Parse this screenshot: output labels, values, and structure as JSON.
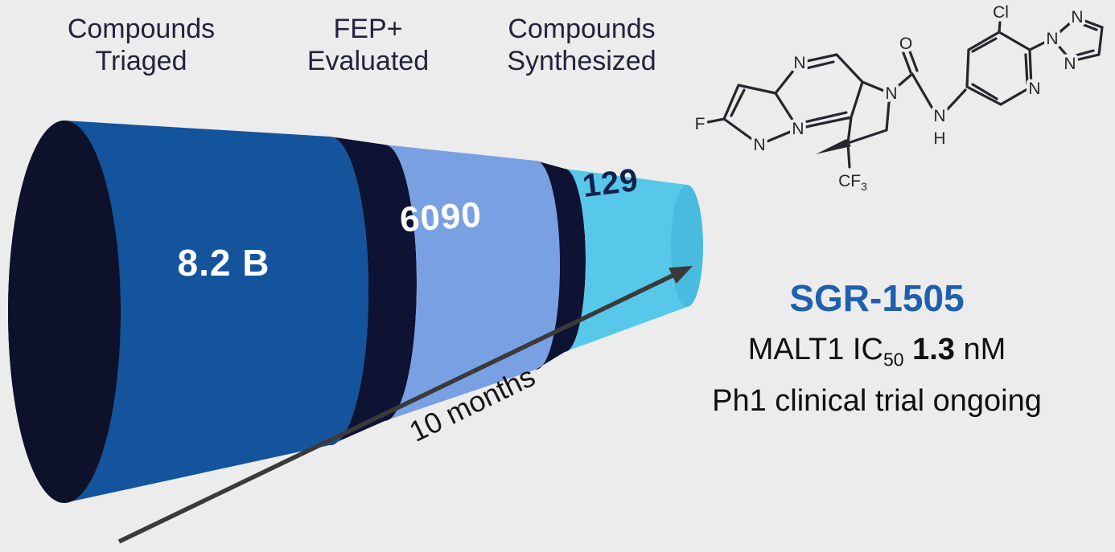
{
  "funnel": {
    "stages": [
      {
        "label": "Compounds\nTriaged",
        "value": "8.2 B"
      },
      {
        "label": "FEP+\nEvaluated",
        "value": "6090"
      },
      {
        "label": "Compounds\nSynthesized",
        "value": "129"
      }
    ],
    "timeline_label": "10 months"
  },
  "colors": {
    "background": "#ECECEC",
    "stage1_body": "#14549C",
    "stage2_body": "#7AA0E4",
    "stage3_body": "#57C8EA",
    "funnel_cap_dark": "#0D1129",
    "ring_dark": "#0E1233",
    "arrow": "#3A3A3A",
    "compound_id_blue": "#1E5FAF"
  },
  "molecule": {
    "atom_labels": {
      "f": "F",
      "pyrimidine_n": "N",
      "bridgehead_n": "N",
      "pyrazole_n": "N",
      "pyrrolidine_n": "N",
      "carbonyl_o": "O",
      "amide_n": "N",
      "amide_h": "H",
      "cf": "CF",
      "cf_sub": "3",
      "cl": "Cl",
      "pyridine_n": "N",
      "triazole_n2": "N",
      "triazole_n1": "N",
      "triazole_n3": "N"
    }
  },
  "results": {
    "compound_id": "SGR-1505",
    "assay_prefix": "MALT1 IC",
    "assay_subscript": "50",
    "assay_value": "1.3",
    "assay_unit": "nM",
    "status": "Ph1 clinical trial ongoing"
  }
}
